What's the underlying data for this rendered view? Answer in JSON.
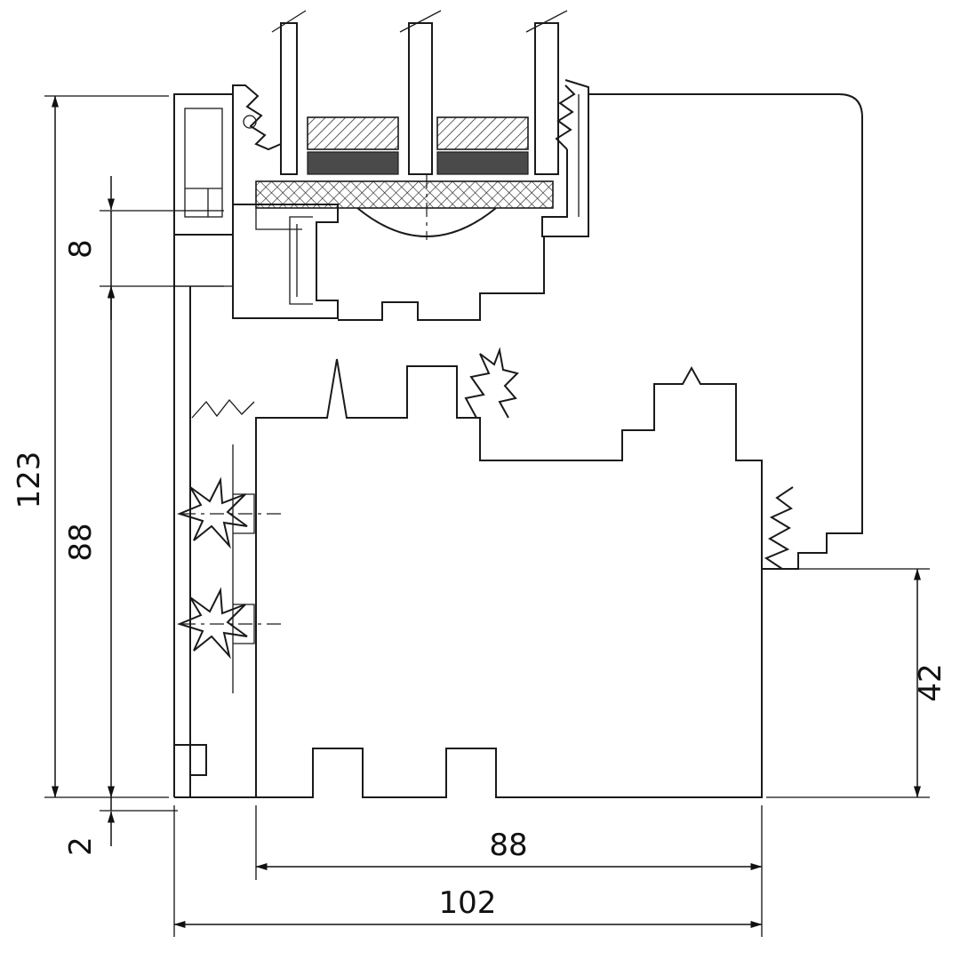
{
  "drawing": {
    "colors": {
      "line": "#1a1a1a",
      "background": "#ffffff"
    }
  },
  "dimensions": {
    "left_total": "123",
    "left_top": "8",
    "left_middle": "88",
    "left_bottom": "2",
    "right_height": "42",
    "bottom_inner_width": "88",
    "bottom_total_width": "102"
  }
}
